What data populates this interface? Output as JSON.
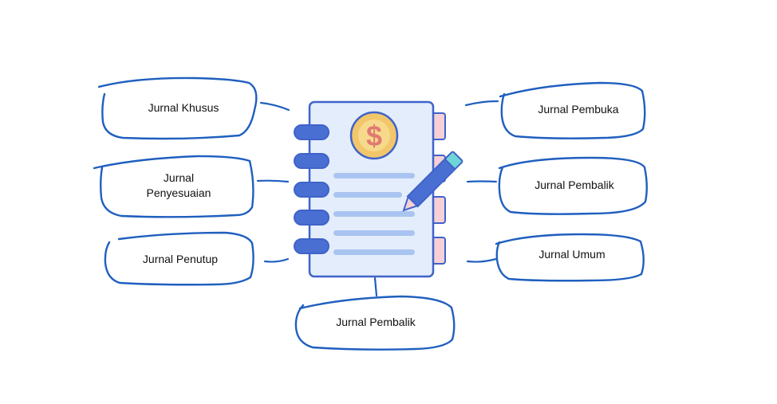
{
  "colors": {
    "outline": "#1f5fbf",
    "notebook_fill": "#e4edfb",
    "notebook_stroke": "#3f63c9",
    "ring_fill": "#4a6fd3",
    "line_color": "#a9c4f0",
    "tab_fill": "#f6d0d6",
    "coin_fill": "#f2c66a",
    "coin_inner": "#f7d98c",
    "coin_stroke": "#3f63c9",
    "dollar_color": "#e07a72",
    "pencil_body": "#4a6fd3",
    "pencil_eraser": "#6fd5d8",
    "pencil_tip": "#f6d0d6"
  },
  "center_icon": {
    "name": "accounting-notebook-icon"
  },
  "nodes": {
    "jurnal_khusus": {
      "label": "Jurnal Khusus"
    },
    "jurnal_penyesuaian": {
      "line1": "Jurnal",
      "line2": "Penyesuaian"
    },
    "jurnal_penutup": {
      "label": "Jurnal Penutup"
    },
    "jurnal_pembalik_bottom": {
      "label": "Jurnal Pembalik"
    },
    "jurnal_pembuka": {
      "label": "Jurnal Pembuka"
    },
    "jurnal_pembalik_right": {
      "label": "Jurnal Pembalik"
    },
    "jurnal_umum": {
      "label": "Jurnal Umum"
    }
  }
}
